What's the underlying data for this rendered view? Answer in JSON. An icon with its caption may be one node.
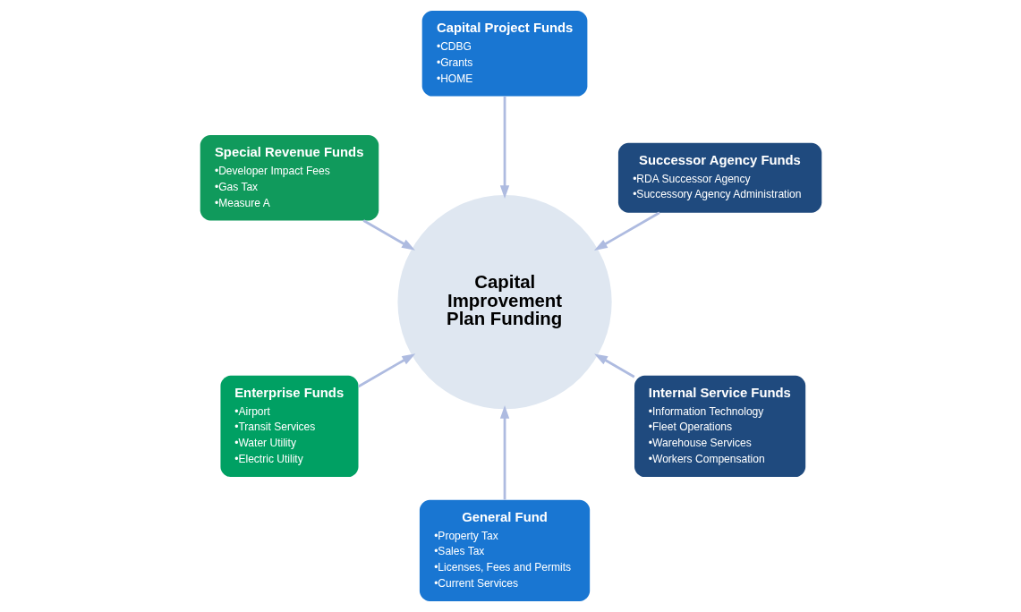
{
  "diagram": {
    "nodes": [
      {
        "text": [
          "Successor Agency Funds",
          "•RDA Successor Agency",
          "•Successory Agency Administration"
        ]
      },
      {
        "text": [
          "Capital Project Funds",
          "•CDBG",
          "•Grants",
          "•HOME"
        ]
      },
      {
        "text": [
          "Special Revenue Funds",
          "•Developer Impact Fees",
          "•Gas Tax",
          "•Measure A"
        ]
      },
      {
        "text": [
          "Enterprise Funds",
          "•Airport",
          "•Transit Services",
          "•Water Utility",
          "•Electric Utility"
        ]
      },
      {
        "text": [
          "General Fund",
          "•Property Tax",
          "•Sales Tax",
          "•Licenses, Fees and Permits",
          "•Current Services"
        ]
      },
      {
        "text": [
          "Capital Improvement Plan Funding"
        ]
      },
      {
        "text": [
          "Internal Service Funds",
          "•Information Technology",
          "•Fleet Operations",
          "•Warehouse Services",
          "•Workers Compensation"
        ]
      }
    ],
    "edges": [
      {
        "from": 0,
        "to": 5,
        "arrow": "to"
      },
      {
        "from": 1,
        "to": 5,
        "arrow": "to"
      },
      {
        "from": 2,
        "to": 5,
        "arrow": "to"
      },
      {
        "from": 3,
        "to": 5,
        "arrow": "to"
      },
      {
        "from": 4,
        "to": 5,
        "arrow": "to"
      },
      {
        "from": 6,
        "to": 5,
        "arrow": "to"
      }
    ]
  }
}
